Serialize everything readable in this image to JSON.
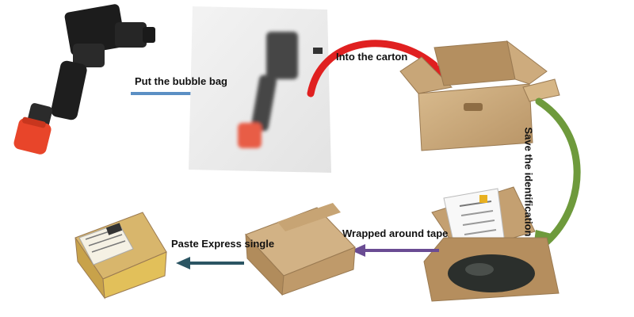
{
  "steps": {
    "bubble": "Put the bubble bag",
    "carton": "Into the carton",
    "save": "Save the identification",
    "wrapped": "Wrapped around tape",
    "paste": "Paste Express single"
  },
  "colors": {
    "arrow_blue": "#5b8fc4",
    "arrow_red": "#e02020",
    "arrow_green": "#6e9a3c",
    "arrow_purple": "#6a4c93",
    "arrow_teal": "#2b5563",
    "coil_black": "#1c1c1c",
    "boot_orange": "#e8452a",
    "cardboard": "#c9a77a",
    "tape_yellow": "#e6c24a"
  },
  "icons": [
    "ignition-coil",
    "bubble-bag",
    "open-carton",
    "closed-box",
    "shipping-box"
  ]
}
